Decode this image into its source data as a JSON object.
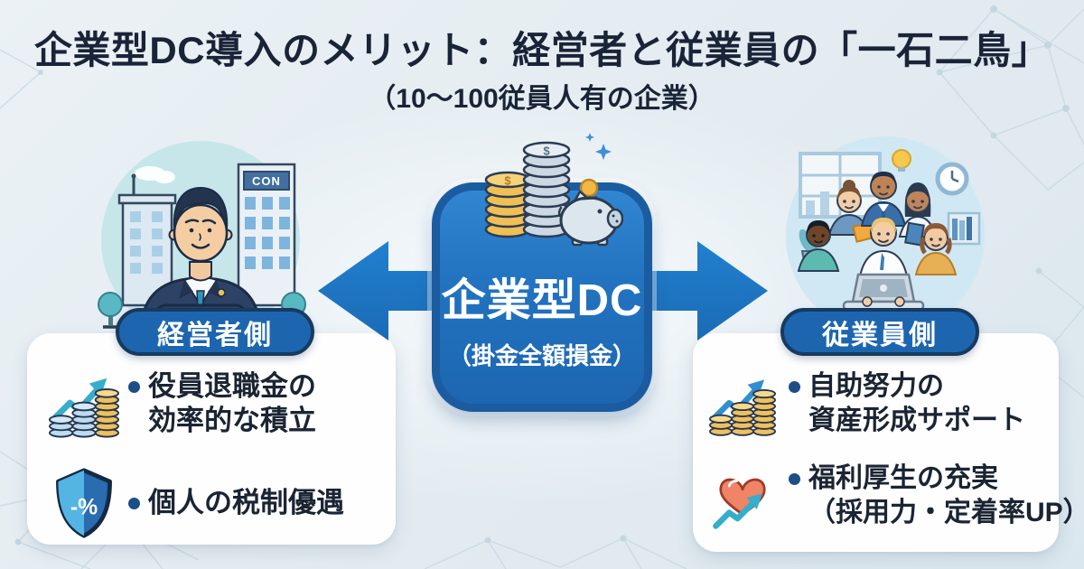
{
  "header": {
    "title": "企業型DC導入のメリット：経営者と従業員の「一石二鳥」",
    "subtitle": "（10〜100従員人有の企業）"
  },
  "center": {
    "title": "企業型DC",
    "note": "（掛金全額損金）",
    "coin_symbol": "$",
    "icon": "coins-piggybank-icon"
  },
  "left": {
    "badge": "経営者側",
    "building_sign": "CON",
    "items": [
      {
        "icon": "coins-growth-icon",
        "lines": [
          "役員退職金の",
          "効率的な積立"
        ]
      },
      {
        "icon": "shield-tax-discount-icon",
        "icon_label": "-%",
        "lines": [
          "個人の税制優遇"
        ]
      }
    ]
  },
  "right": {
    "badge": "従業員側",
    "items": [
      {
        "icon": "coins-growth-icon",
        "lines": [
          "自助努力の",
          "資産形成サポート"
        ]
      },
      {
        "icon": "heart-growth-icon",
        "lines": [
          "福利厚生の充実",
          "（採用力・定着率UP）"
        ]
      }
    ]
  },
  "colors": {
    "background": "#e6edf2",
    "title_text": "#1a2438",
    "arrow_blue": "#1d75c3",
    "box_blue": "#2273c0",
    "box_border": "#1b5ca0",
    "badge_blue": "#1d66af",
    "card_white": "#fefefe",
    "body_text": "#1b2433",
    "accent_teal": "#35aecb",
    "coin_gold": "#f0c05c",
    "coin_silver": "#ccd8e3",
    "heart_coral": "#ef8467"
  }
}
